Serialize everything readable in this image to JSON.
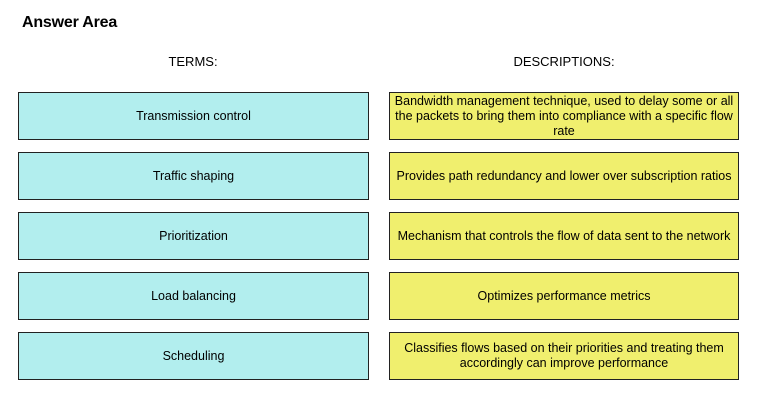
{
  "title": "Answer Area",
  "terms_header": "TERMS:",
  "descriptions_header": "DESCRIPTIONS:",
  "terms": [
    "Transmission control",
    "Traffic shaping",
    "Prioritization",
    "Load balancing",
    "Scheduling"
  ],
  "descriptions": [
    "Bandwidth management technique, used to delay some or all the packets to bring them into compliance with a specific flow rate",
    "Provides path redundancy and lower over subscription ratios",
    "Mechanism that controls the flow of data sent to the network",
    "Optimizes performance metrics",
    "Classifies flows based on their priorities and treating them accordingly can improve performance"
  ],
  "colors": {
    "term_background": "#b2eeee",
    "description_background": "#f0ef6e",
    "border": "#222222"
  }
}
